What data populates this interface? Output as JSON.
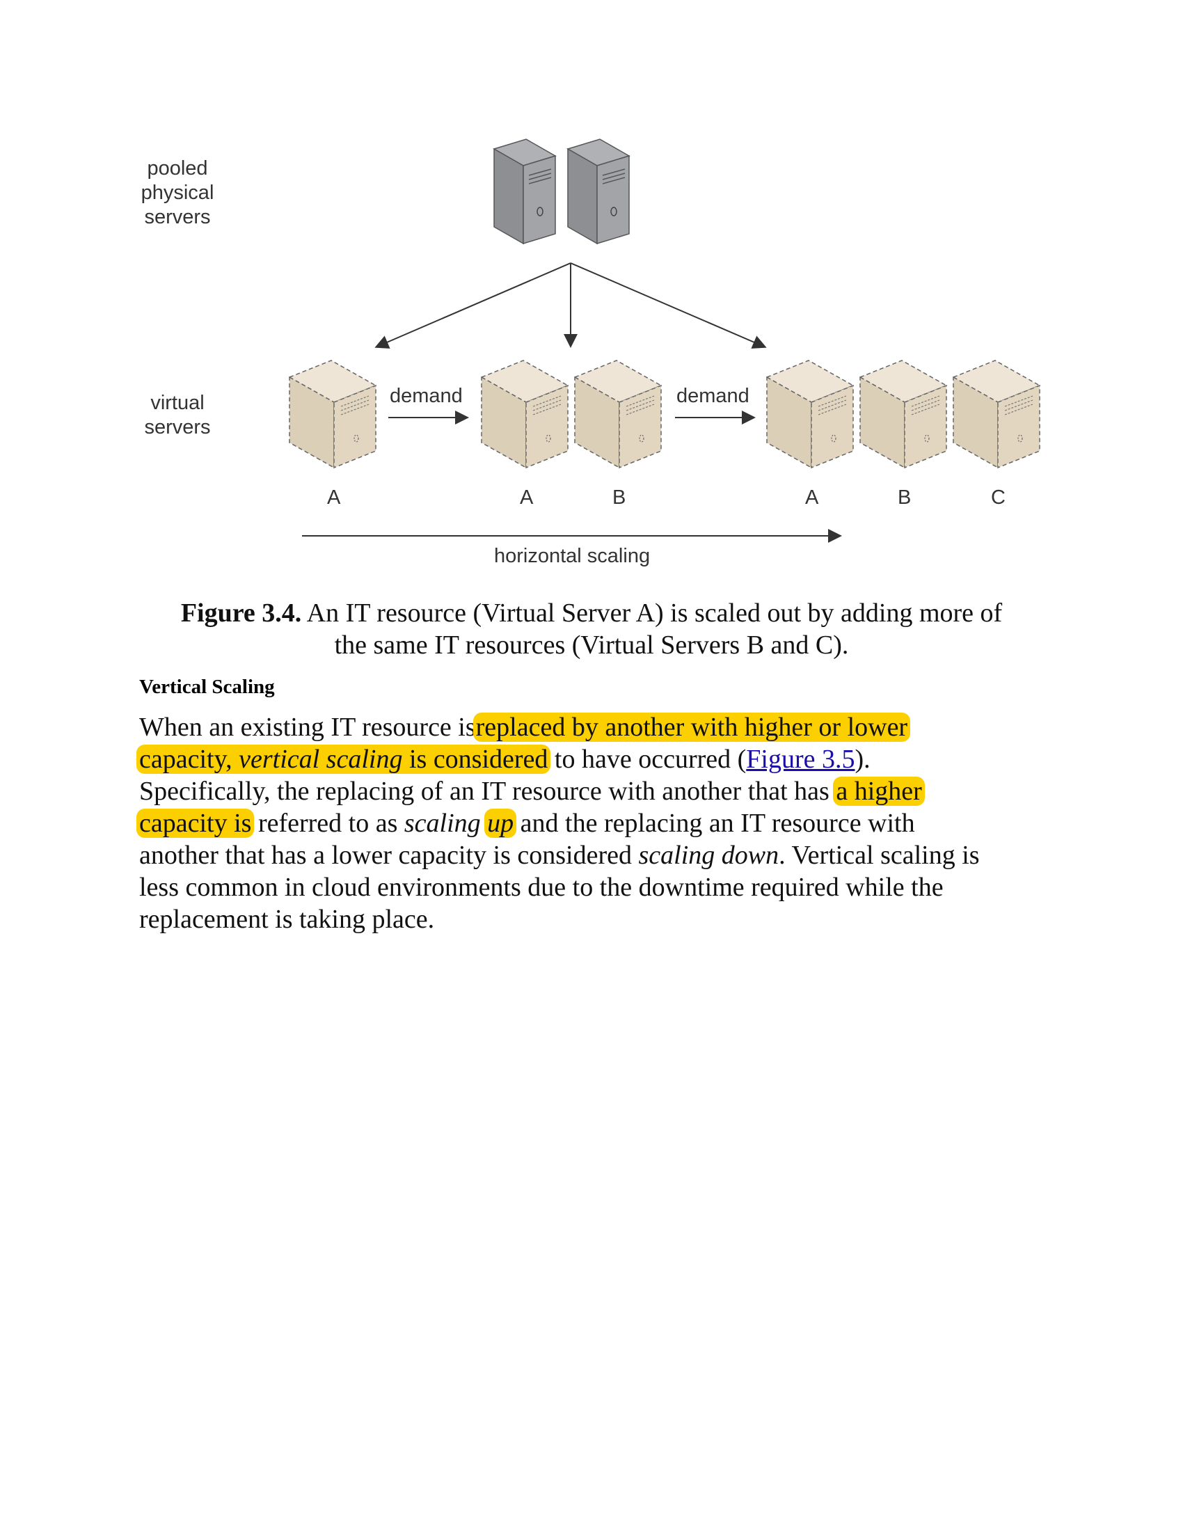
{
  "figure": {
    "labels": {
      "pooled": [
        "pooled",
        "physical",
        "servers"
      ],
      "virtual": [
        "virtual",
        "servers"
      ],
      "demand1": "demand",
      "demand2": "demand",
      "server_letters": [
        "A",
        "A",
        "B",
        "A",
        "B",
        "C"
      ],
      "axis": "horizontal scaling"
    },
    "colors": {
      "physical_server": "#8e8f93",
      "virtual_server": "#e3d6c1",
      "highlight": "#fccf00",
      "link": "#1a0dab"
    },
    "caption_label": "Figure 3.4.",
    "caption_line1": " An IT resource (Virtual Server A) is scaled out by adding more of",
    "caption_line2": "the same IT resources (Virtual Servers B and C)."
  },
  "section": {
    "heading": "Vertical Scaling",
    "p": {
      "s1": "When an existing IT resource is",
      "h1a": "replaced by another with higher or lower",
      "h1b": "capacity, ",
      "i1": "vertical scaling",
      "h1c": " is considered",
      "s2": " to have occurred (",
      "link": "Figure 3.5",
      "s3": ").",
      "s4": "Specifically, the replacing of an IT resource with another that has ",
      "h2a": "a higher",
      "h2b": "capacity is",
      "s5": " referred to as ",
      "i2": "scaling",
      "i3": "up",
      "s6": " and the replacing an IT resource with",
      "s7": "another that has a lower capacity is considered ",
      "i4": "scaling down",
      "s8": ". Vertical scaling is",
      "s9": "less common in cloud environments due to the downtime required while the",
      "s10": "replacement is taking place."
    }
  }
}
